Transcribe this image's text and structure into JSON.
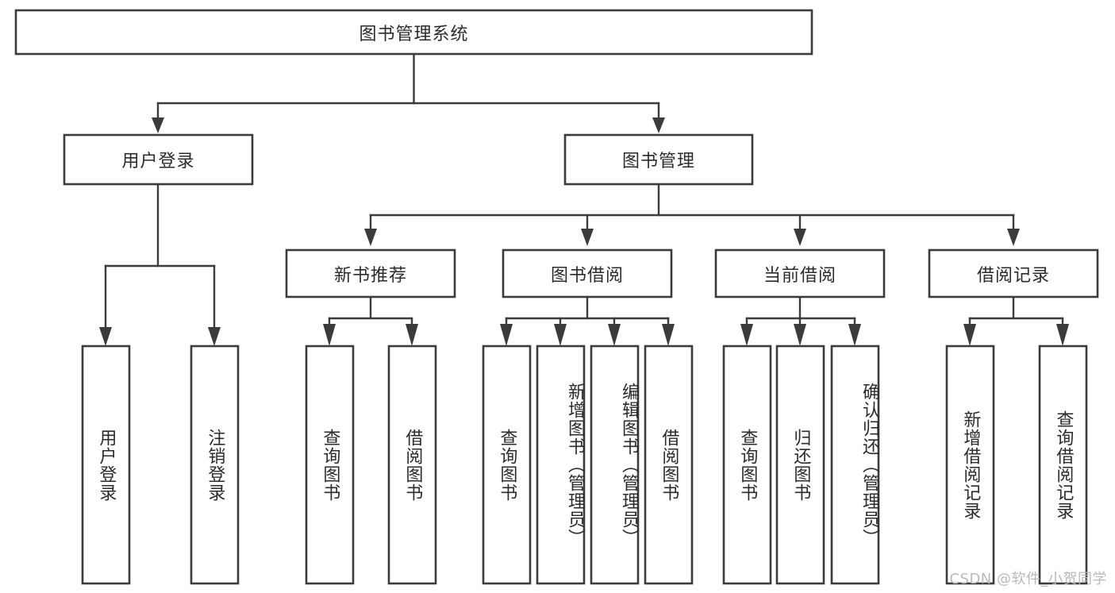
{
  "diagram": {
    "type": "tree-hierarchy-chart",
    "title": "图书管理系统",
    "watermark": "CSDN @软件_小贺同学",
    "colors": {
      "stroke": "#3b3b3b",
      "fill": "#ffffff",
      "text": "#2b2b2b",
      "watermark": "#b9b9b9",
      "background": "#ffffff"
    },
    "root": {
      "label": "图书管理系统"
    },
    "level2": [
      {
        "label": "用户登录"
      },
      {
        "label": "图书管理"
      }
    ],
    "level3": [
      {
        "label": "新书推荐"
      },
      {
        "label": "图书借阅"
      },
      {
        "label": "当前借阅"
      },
      {
        "label": "借阅记录"
      }
    ],
    "leaves": {
      "user_login": [
        {
          "label": "用户登录"
        },
        {
          "label": "注销登录"
        }
      ],
      "new_book_recommend": [
        {
          "label": "查询图书"
        },
        {
          "label": "借阅图书"
        }
      ],
      "book_borrow": [
        {
          "label": "查询图书"
        },
        {
          "label": "新增图书（管理员）"
        },
        {
          "label": "编辑图书（管理员）"
        },
        {
          "label": "借阅图书"
        }
      ],
      "current_borrow": [
        {
          "label": "查询图书"
        },
        {
          "label": "归还图书"
        },
        {
          "label": "确认归还（管理员）"
        }
      ],
      "borrow_records": [
        {
          "label": "新增借阅记录"
        },
        {
          "label": "查询借阅记录"
        }
      ]
    }
  }
}
